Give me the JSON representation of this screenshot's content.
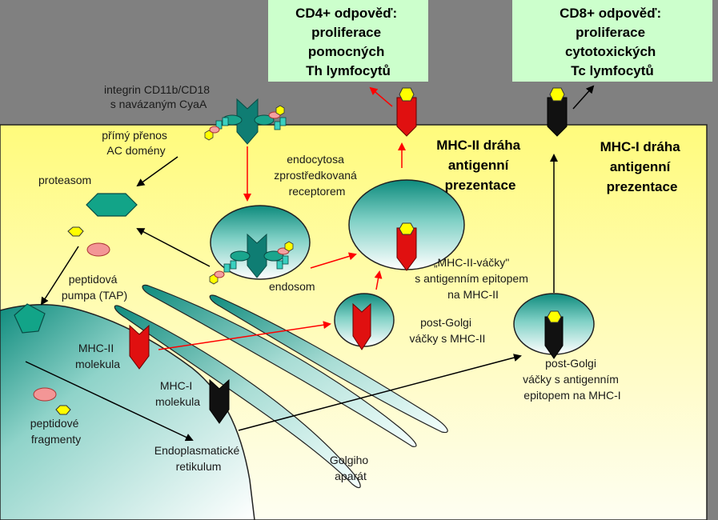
{
  "boxes": {
    "cd4": [
      "CD4+ odpověď:",
      "proliferace",
      "pomocných",
      "Th lymfocytů"
    ],
    "cd8": [
      "CD8+ odpověď:",
      "proliferace",
      "cytotoxických",
      "Tc lymfocytů"
    ]
  },
  "pathways": {
    "mhc2": [
      "MHC-II dráha",
      "antigenní",
      "prezentace"
    ],
    "mhc1": [
      "MHC-I dráha",
      "antigenní",
      "prezentace"
    ]
  },
  "labels": {
    "integrin": [
      "integrin CD11b/CD18",
      "s navázaným CyaA"
    ],
    "direct": [
      "přímý přenos",
      "AC domény"
    ],
    "proteasom": "proteasom",
    "endocytosis": [
      "endocytosa",
      "zprostředkovaná",
      "receptorem"
    ],
    "endosom": "endosom",
    "mhc2_vesicles": [
      "„MHC-II-váčky\"",
      "s antigenním epitopem",
      "na MHC-II"
    ],
    "tap": [
      "peptidová",
      "pumpa (TAP)"
    ],
    "postgolgi_mhc2": [
      "post-Golgi",
      "váčky s MHC-II"
    ],
    "mhc2_molecule": [
      "MHC-II",
      "molekula"
    ],
    "mhc1_molecule": [
      "MHC-I",
      "molekula"
    ],
    "postgolgi_mhc1": [
      "post-Golgi",
      "váčky s antigenním",
      "epitopem na MHC-I"
    ],
    "fragments": [
      "peptidové",
      "fragmenty"
    ],
    "er": [
      "Endoplasmatické",
      "retikulum"
    ],
    "golgi": [
      "Golgiho",
      "aparát"
    ]
  },
  "colors": {
    "background": "#808080",
    "cell_top": "#fffc8a",
    "cell_bottom": "#fefee8",
    "box_fill": "#ccffcc",
    "mhc2": "#e01010",
    "mhc1": "#111111",
    "epitope": "#ffff00",
    "teal": "#0f8e80",
    "arrow_red": "#ff0000"
  }
}
